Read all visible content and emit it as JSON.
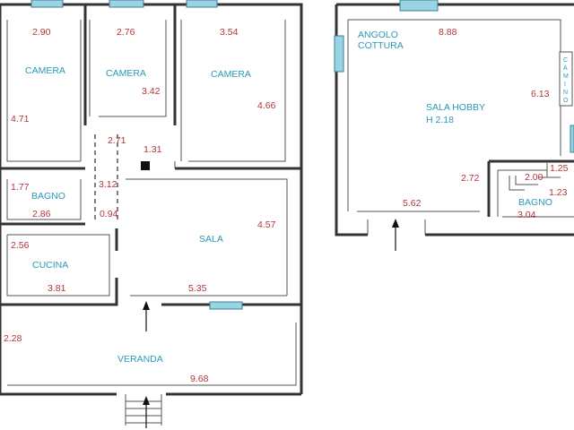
{
  "left_plan": {
    "rooms": {
      "camera_1": "CAMERA",
      "camera_2": "CAMERA",
      "camera_3": "CAMERA",
      "bagno": "BAGNO",
      "sala": "SALA",
      "cucina": "CUCINA",
      "veranda": "VERANDA"
    },
    "dims": {
      "camera_1_w": "2.90",
      "camera_1_h": "4.71",
      "camera_2_w": "2.76",
      "camera_2_h": "3.42",
      "camera_3_w": "3.54",
      "camera_3_h": "4.66",
      "corridor_w": "2.71",
      "corridor_small": "1.31",
      "corridor_h": "3.12",
      "corridor_door": "0.94",
      "bagno_h": "1.77",
      "bagno_w": "2.86",
      "sala_h": "4.57",
      "sala_w": "5.35",
      "cucina_h": "2.56",
      "cucina_w": "3.81",
      "veranda_h": "2.28",
      "veranda_w": "9.68"
    }
  },
  "right_plan": {
    "rooms": {
      "angolo_line1": "ANGOLO",
      "angolo_line2": "COTTURA",
      "sala_hobby": "SALA HOBBY",
      "sala_hobby_height": "H 2.18",
      "bagno": "BAGNO",
      "camino_letters": [
        "C",
        "A",
        "M",
        "I",
        "N",
        "O"
      ]
    },
    "dims": {
      "top_w": "8.88",
      "right_h": "6.13",
      "mid_h": "2.72",
      "bottom_w": "5.62",
      "bagno_w1": "2.00",
      "bagno_small": "1.25",
      "bagno_h": "1.23",
      "bagno_w2": "3.04"
    }
  },
  "colors": {
    "room_label": "#2a9ab8",
    "dimension": "#b3343a",
    "window": "#9ad3e3",
    "wall": "#333333"
  }
}
